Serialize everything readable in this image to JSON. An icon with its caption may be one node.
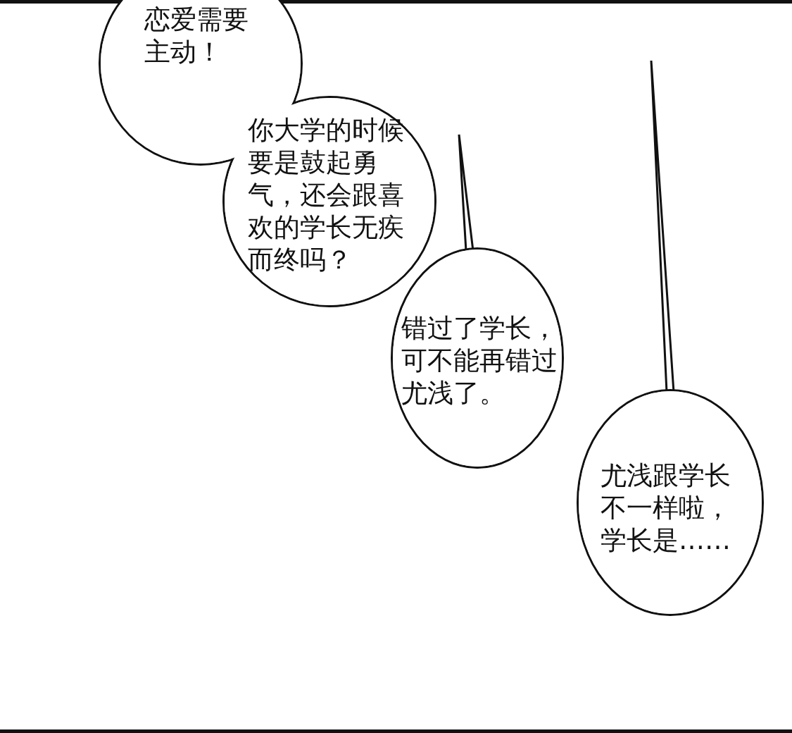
{
  "diagram": {
    "nodes": [
      {
        "text": [
          "恋爱需要主动！"
        ]
      },
      {
        "text": [
          "你大学的时候要是鼓起勇气，还会跟喜欢的学长无疾而终吗？"
        ]
      },
      {
        "text": [
          "错过了学长，可不能再错过尤浅了。"
        ]
      },
      {
        "text": [
          "尤浅跟学长不一样啦，学长是……"
        ]
      }
    ]
  }
}
